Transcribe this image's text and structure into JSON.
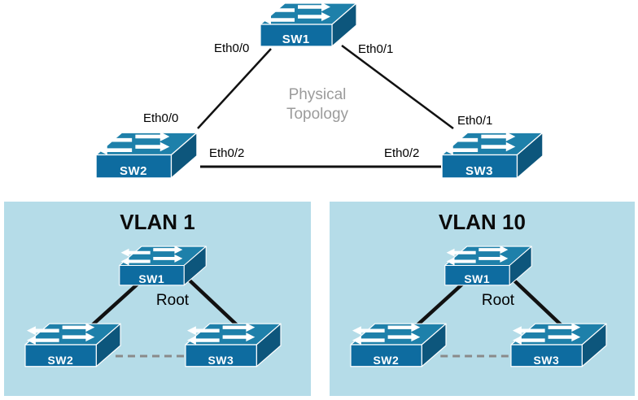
{
  "diagram": {
    "physical": {
      "caption_lines": [
        "Physical",
        "Topology"
      ],
      "switches": [
        {
          "label": "SW1"
        },
        {
          "label": "SW2"
        },
        {
          "label": "SW3"
        }
      ],
      "links": [
        {
          "a": "SW1",
          "a_if": "Eth0/0",
          "b": "SW2",
          "b_if": "Eth0/0"
        },
        {
          "a": "SW1",
          "a_if": "Eth0/1",
          "b": "SW3",
          "b_if": "Eth0/1"
        },
        {
          "a": "SW2",
          "a_if": "Eth0/2",
          "b": "SW3",
          "b_if": "Eth0/2"
        }
      ]
    },
    "panels": [
      {
        "title": "VLAN 1",
        "root_label": "Root",
        "switches": [
          {
            "label": "SW1"
          },
          {
            "label": "SW2"
          },
          {
            "label": "SW3"
          }
        ],
        "blocked_link": {
          "a": "SW2",
          "b": "SW3"
        }
      },
      {
        "title": "VLAN 10",
        "root_label": "Root",
        "switches": [
          {
            "label": "SW1"
          },
          {
            "label": "SW2"
          },
          {
            "label": "SW3"
          }
        ],
        "blocked_link": {
          "a": "SW2",
          "b": "SW3"
        }
      }
    ],
    "colors": {
      "switch_top": "#1E80AA",
      "switch_front": "#0E6CA0",
      "switch_side": "#0D567C",
      "panel_bg": "#B5DCE8",
      "caption_gray": "#9B9B9B",
      "blocked_dash": "#8A8A8A",
      "link_black": "#111111"
    }
  }
}
